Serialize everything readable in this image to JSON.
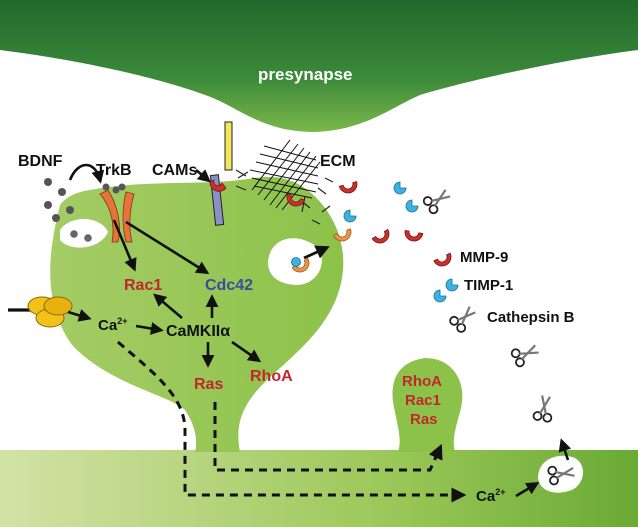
{
  "labels": {
    "presynapse": "presynapse",
    "bdnf": "BDNF",
    "trkb": "TrkB",
    "cams": "CAMs",
    "ecm": "ECM",
    "rac1": "Rac1",
    "cdc42": "Cdc42",
    "ca_left": "Ca",
    "ca_sup": "2+",
    "camkii": "CaMKIIα",
    "ras": "Ras",
    "rhoa": "RhoA",
    "spine_rhoa": "RhoA",
    "spine_rac1": "Rac1",
    "spine_ras": "Ras",
    "ca_bottom": "Ca",
    "ca_bottom_sup": "2+"
  },
  "legend": {
    "mmp9": "MMP-9",
    "timp1": "TIMP-1",
    "cathepsin_b": "Cathepsin B"
  },
  "colors": {
    "presynapse_dark": "#2f7a34",
    "postsynapse_green": "#8cc24a",
    "label_red": "#c0282d",
    "label_blue": "#3c4aa0",
    "trkb_orange": "#e8733a",
    "channel_yellow": "#f2c21b",
    "timp_cyan": "#3bb3e0"
  },
  "icons": [
    "scissors-icon",
    "mmp9-icon",
    "timp1-icon",
    "vesicle-icon",
    "channel-icon",
    "receptor-icon"
  ]
}
